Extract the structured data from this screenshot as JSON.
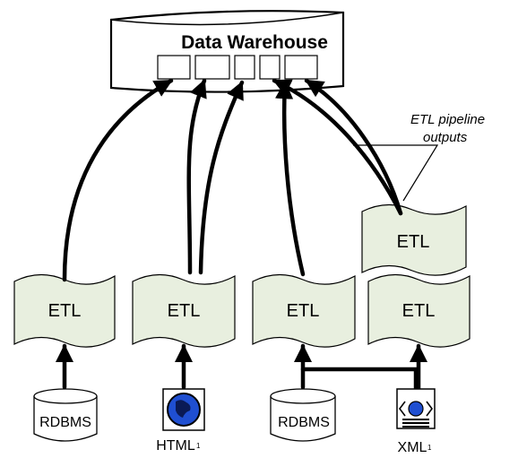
{
  "warehouse": {
    "title": "Data Warehouse"
  },
  "etl_label": "ETL",
  "annotation": {
    "line1": "ETL pipeline",
    "line2": "outputs"
  },
  "sources": {
    "rdbms_1": "RDBMS",
    "html_label": "HTML",
    "html_mark": "1",
    "rdbms_2": "RDBMS",
    "xml_label": "XML",
    "xml_mark": "1"
  },
  "colors": {
    "etl_fill": "#e8efdf",
    "arrow": "#000000",
    "globe": "#1f4fd1"
  },
  "icons": {
    "html": "globe-document-icon",
    "xml": "xml-document-icon"
  }
}
